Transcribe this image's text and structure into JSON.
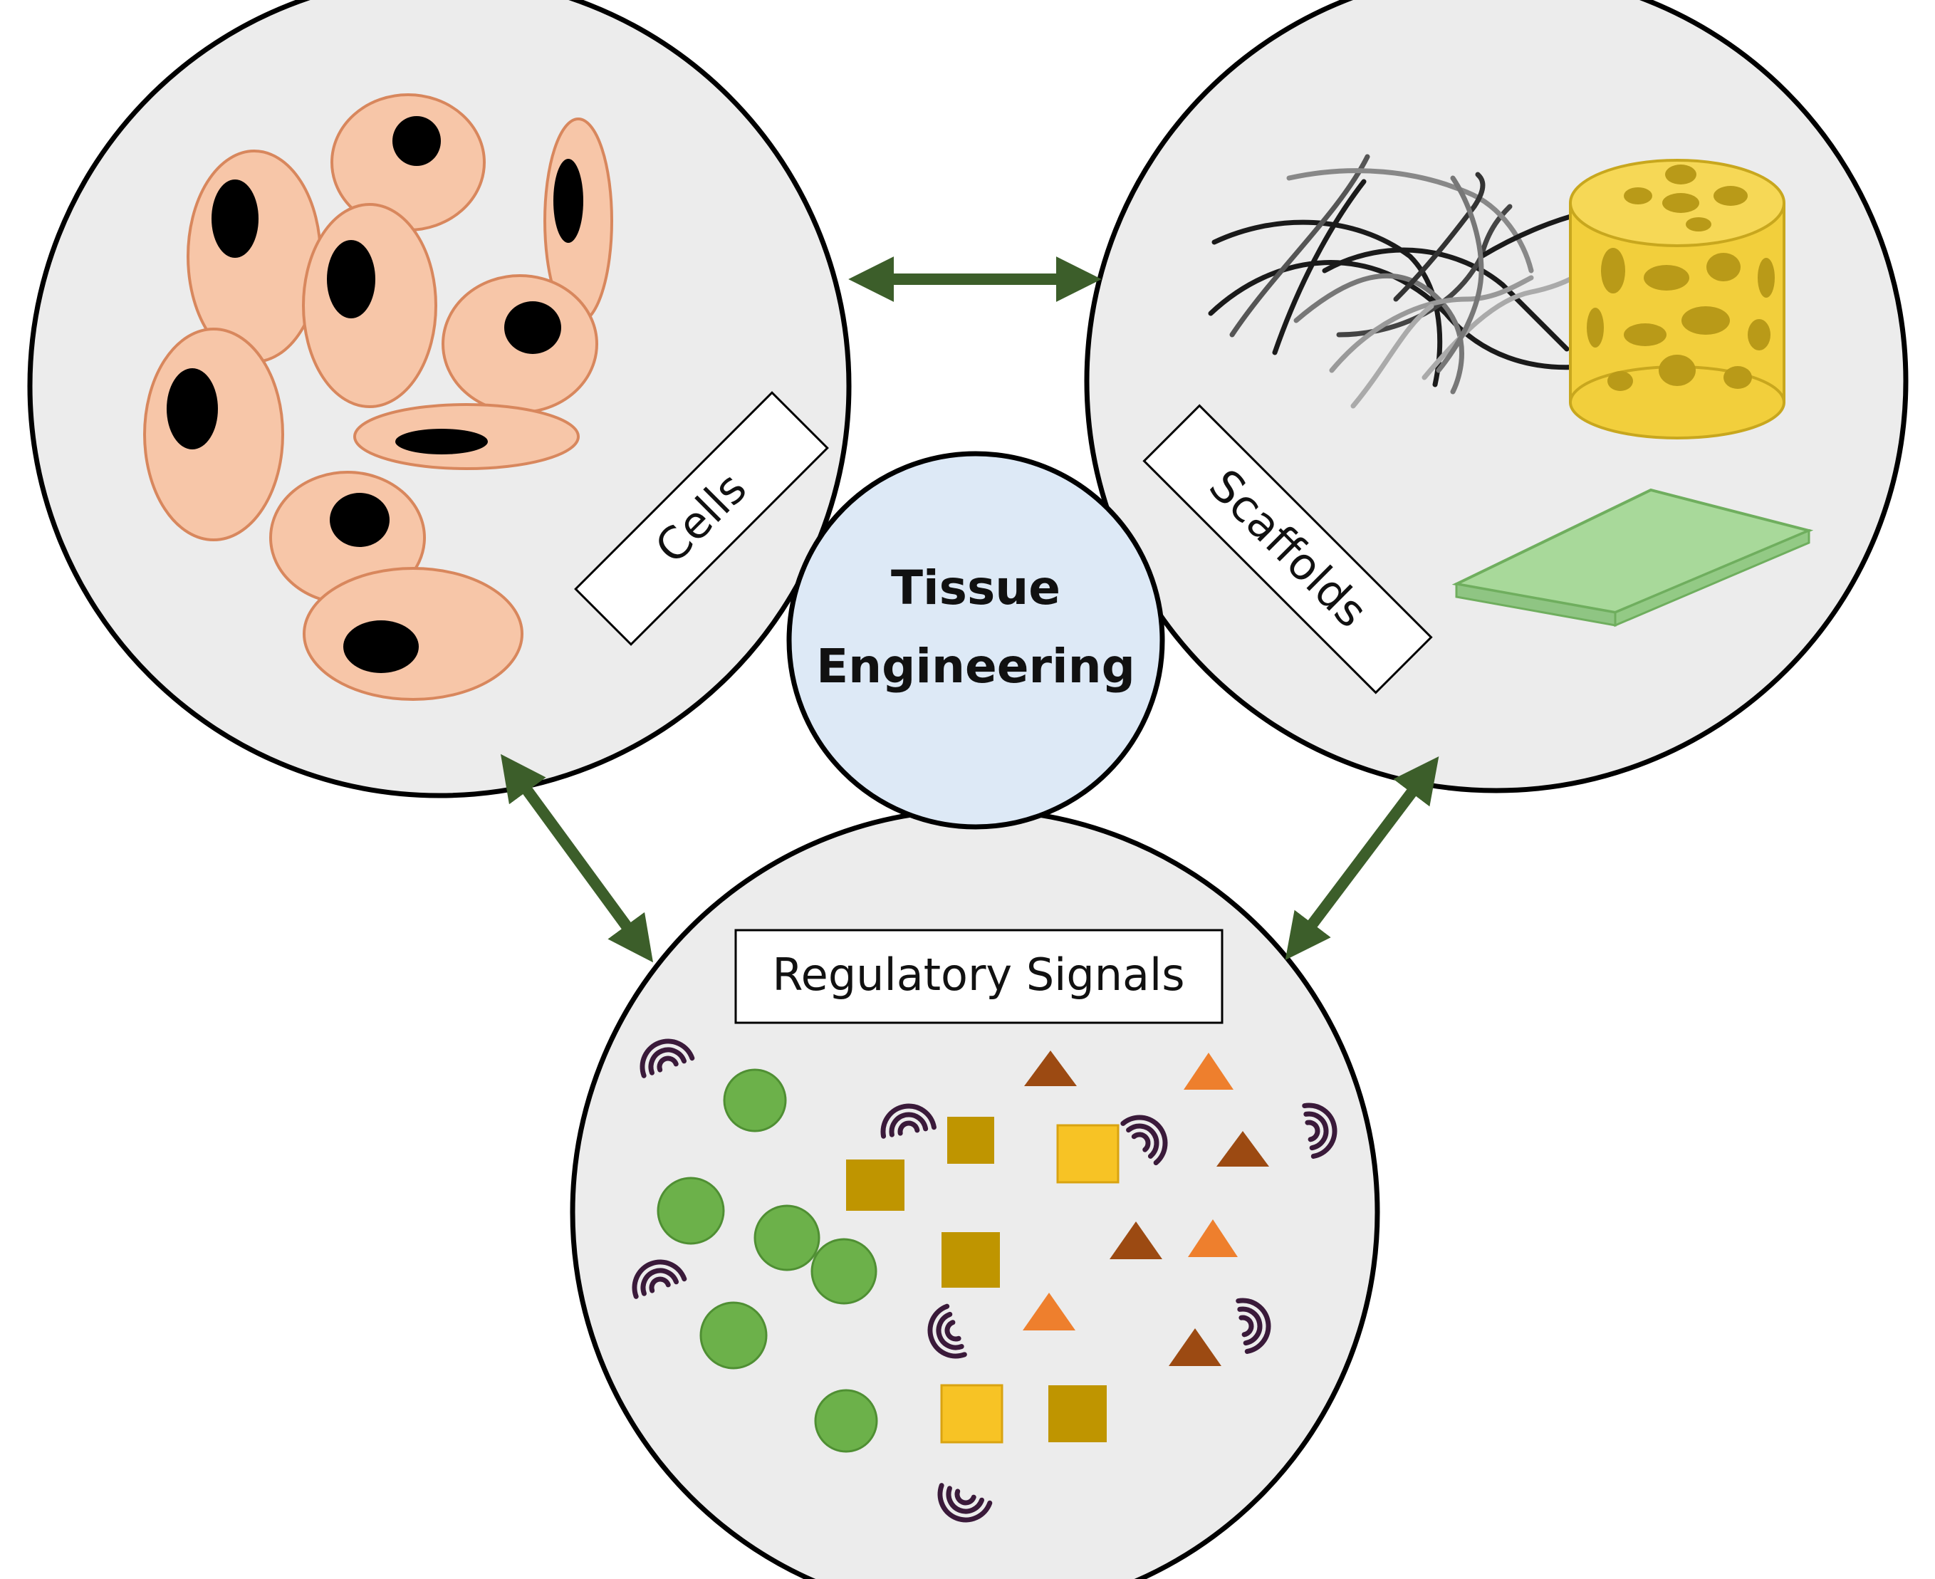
{
  "center": {
    "line1": "Tissue",
    "line2": "Engineering"
  },
  "nodes": {
    "cells": {
      "label": "Cells"
    },
    "scaffolds": {
      "label": "Scaffolds"
    },
    "signals": {
      "label": "Regulatory Signals"
    }
  },
  "colors": {
    "circle_fill": "#ececec",
    "center_fill": "#dde9f6",
    "arrow": "#3c5e2a",
    "cell_body": "#f7c6a8",
    "cell_outline": "#d8875d",
    "nucleus": "#000000",
    "sponge": "#f2cf3c",
    "sponge_hole": "#b99a18",
    "sheet": "#a8d99a",
    "growth_factor_circle": "#6cb14a",
    "square_dark": "#bf9500",
    "square_light": "#f7c325",
    "triangle_brown": "#9c4a12",
    "triangle_orange": "#ee7f2d",
    "wave": "#3a1a3a"
  }
}
